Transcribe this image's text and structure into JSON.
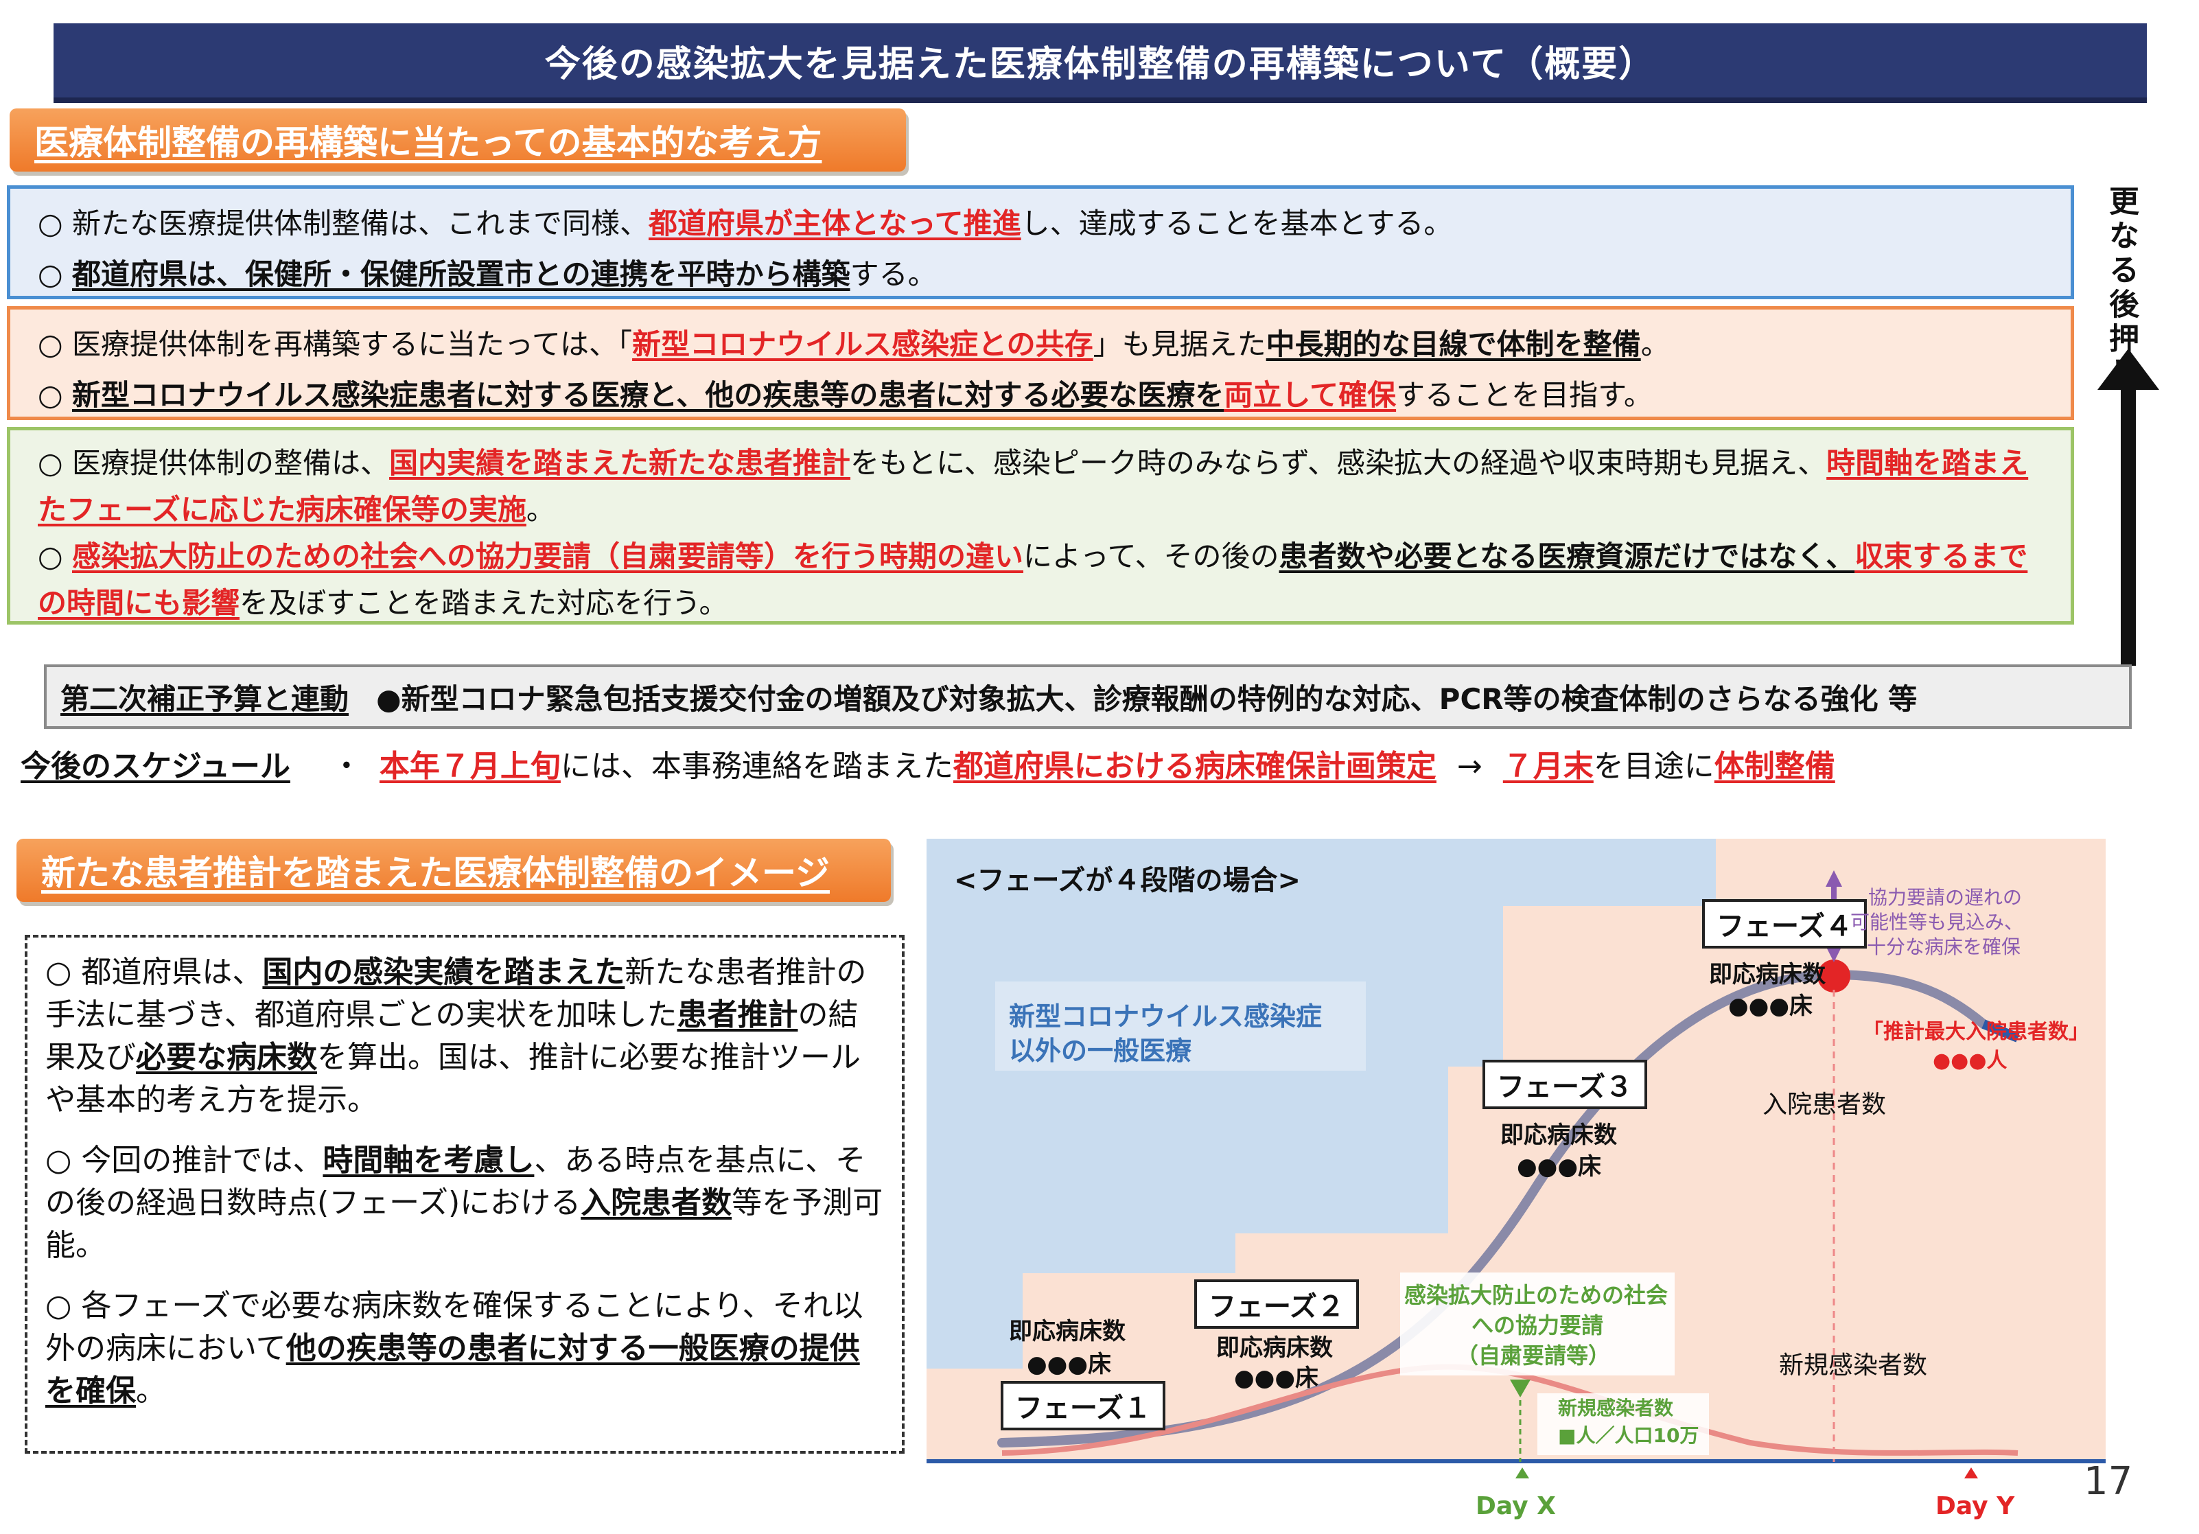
{
  "title": "今後の感染拡大を見据えた医療体制整備の再構築について（概要）",
  "section1": {
    "heading": "医療体制整備の再構築に当たっての基本的な考え方",
    "blue": {
      "line1": {
        "a": "新たな医療提供体制整備は、これまで同様、",
        "b": "都道府県が主体となって推進",
        "c": "し、達成することを基本とする。"
      },
      "line2": {
        "a": "都道府県は、保健所・保健所設置市との連携を平時から構築",
        "b": "する。"
      }
    },
    "orange": {
      "line1": {
        "a": "医療提供体制を再構築するに当たっては、「",
        "b": "新型コロナウイルス感染症との共存",
        "c": "」も見据えた",
        "d": "中長期的な目線で体制を整備",
        "e": "。"
      },
      "line2": {
        "a": "新型コロナウイルス感染症患者に対する医療と、他の疾患等の患者に対する必要な医療を",
        "b": "両立して確保",
        "c": "することを目指す。"
      }
    },
    "green": {
      "line1": {
        "a": "医療提供体制の整備は、",
        "b": "国内実績を踏まえた新たな患者推計",
        "c": "をもとに、感染ピーク時のみならず、感染拡大の経過や収束時期も見据え、",
        "d": "時間軸を踏まえたフェーズに応じた病床確保等の実施",
        "e": "。"
      },
      "line2": {
        "a": "感染拡大防止のための社会への協力要請（自粛要請等）を行う時期の違い",
        "b": "によって、その後の",
        "c": "患者数や必要となる医療資源だけではなく、",
        "d": "収束するまでの時間にも影響",
        "e": "を及ぼすことを踏まえた対応を行う。"
      }
    },
    "marks": {
      "open": "○",
      "bold": "○"
    },
    "side_text": "更なる後押し"
  },
  "budget": {
    "label": "第二次補正予算と連動",
    "text": "●新型コロナ緊急包括支援交付金の増額及び対象拡大、診療報酬の特例的な対応、PCR等の検査体制のさらなる強化 等"
  },
  "schedule": {
    "label": "今後のスケジュール",
    "bullet": "・",
    "a": "本年７月上旬",
    "b": "には、本事務連絡を踏まえた",
    "c": "都道府県における病床確保計画策定",
    "d": "→",
    "e": "７月末",
    "f": "を目途に",
    "g": "体制整備"
  },
  "section2": {
    "heading": "新たな患者推計を踏まえた医療体制整備のイメージ",
    "p1": {
      "a": "都道府県は、",
      "b": "国内の感染実績を踏まえた",
      "c": "新たな患者推計の手法に基づき、都道府県ごとの実状を加味した",
      "d": "患者推計",
      "e": "の結果及び",
      "f": "必要な病床数",
      "g": "を算出。国は、推計に必要な推計ツールや基本的考え方を提示。"
    },
    "p2": {
      "a": "今回の推計では、",
      "b": "時間軸を考慮し",
      "c": "、ある時点を基点に、その後の経過日数時点(フェーズ)における",
      "d": "入院患者数",
      "e": "等を予測可能。"
    },
    "p3": {
      "a": "各フェーズで必要な病床数を確保することにより、それ以外の病床において",
      "b": "他の疾患等の患者に対する一般医療の提供を確保",
      "c": "。"
    }
  },
  "chart": {
    "caption": "<フェーズが４段階の場合>",
    "general_label1": "新型コロナウイルス感染症",
    "general_label2": "以外の一般医療",
    "phases": [
      {
        "name": "フェーズ１",
        "beds_label": "即応病床数",
        "beds": "●●●床"
      },
      {
        "name": "フェーズ２",
        "beds_label": "即応病床数",
        "beds": "●●●床"
      },
      {
        "name": "フェーズ３",
        "beds_label": "即応病床数",
        "beds": "●●●床"
      },
      {
        "name": "フェーズ４",
        "beds_label": "即応病床数",
        "beds": "●●●床"
      }
    ],
    "request1": "感染拡大防止のための社会",
    "request2": "への協力要請",
    "request3": "（自粛要請等）",
    "new_cases_box1": "新規感染者数",
    "new_cases_box2": "■人／人口10万",
    "inpatients_label": "入院患者数",
    "new_cases_label": "新規感染者数",
    "peak_label": "「推計最大入院患者数」",
    "peak_value": "●●●人",
    "note1": "協力要請の遅れの",
    "note2": "可能性等も見込み、",
    "note3": "十分な病床を確保",
    "day_x": "Day X",
    "day_y": "Day Y",
    "colors": {
      "blue_bg": "#c9dcef",
      "pink_bg": "#fbe1d3",
      "curve_inpatients": "#8a8aa8",
      "curve_new": "#e98a85",
      "green": "#5aa13a",
      "red": "#e32526",
      "purple": "#8a5ab0"
    }
  },
  "page_number": "17"
}
